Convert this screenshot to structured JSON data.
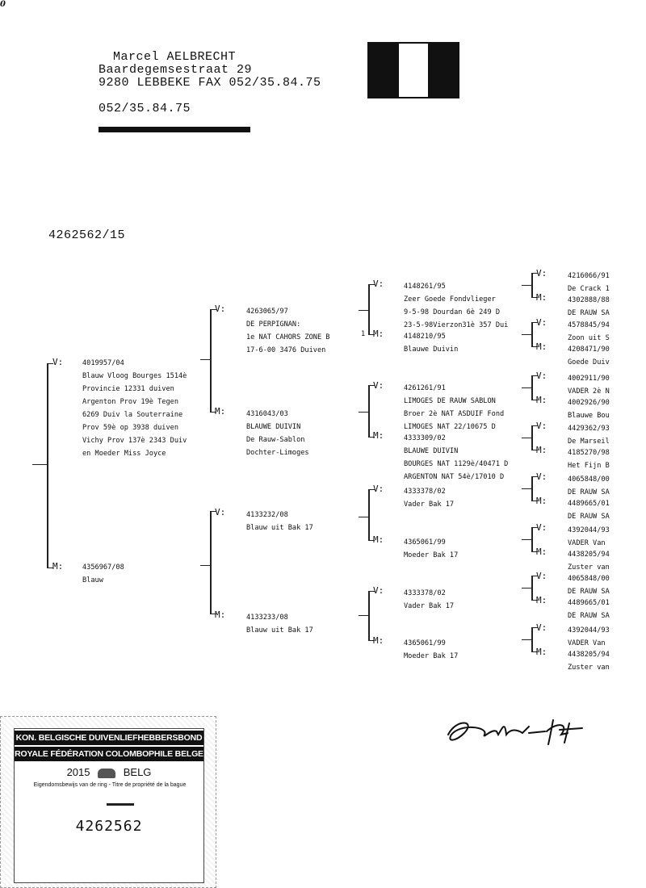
{
  "corner_mark": "0",
  "header": {
    "name": "Marcel AELBRECHT",
    "street": "Baardegemsestraat 29",
    "city_fax": "9280  LEBBEKE FAX 052/35.84.75",
    "phone": "052/35.84.75"
  },
  "ring_number": "4262562/15",
  "pedigree": {
    "sire": {
      "tag": "V:",
      "lines": [
        "4019957/04",
        "Blauw Vloog Bourges 1514è",
        "Provincie 12331 duiven",
        "Argenton Prov 19è Tegen",
        "6269 Duiv la Souterraine",
        "Prov 59è op 3938 duiven",
        "Vichy Prov 137è 2343 Duiv",
        "en Moeder Miss Joyce"
      ]
    },
    "dam": {
      "tag": "M:",
      "lines": [
        "4356967/08",
        "Blauw"
      ]
    },
    "gen2": [
      {
        "tag": "V:",
        "lines": [
          "4263065/97",
          "DE PERPIGNAN:",
          "1e NAT CAHORS ZONE B",
          "17-6-00 3476 Duiven"
        ]
      },
      {
        "tag": "M:",
        "lines": [
          "4316043/03",
          "BLAUWE DUIVIN",
          "De Rauw-Sablon",
          "Dochter-Limoges"
        ]
      },
      {
        "tag": "V:",
        "lines": [
          "4133232/08",
          "Blauw uit Bak 17"
        ]
      },
      {
        "tag": "M:",
        "lines": [
          "4133233/08",
          "Blauw uit Bak 17"
        ]
      }
    ],
    "gen3": [
      {
        "tag": "V:",
        "lines": [
          "4148261/95",
          "Zeer Goede Fondvlieger",
          "9-5-98 Dourdan 6è 249 D",
          "23-5-98Vierzon31è 357 Dui"
        ]
      },
      {
        "tag": "M:",
        "lines": [
          "4148210/95",
          "Blauwe Duivin"
        ]
      },
      {
        "tag": "V:",
        "lines": [
          "4261261/91",
          "LIMOGES DE RAUW SABLON",
          "Broer 2è NAT ASDUIF Fond",
          "LIMOGES NAT 22/10675 D"
        ]
      },
      {
        "tag": "M:",
        "lines": [
          "4333309/02",
          "BLAUWE DUIVIN",
          "BOURGES NAT 1129è/40471 D",
          "ARGENTON NAT 54è/17010 D"
        ]
      },
      {
        "tag": "V:",
        "lines": [
          "4333378/02",
          "Vader Bak 17"
        ]
      },
      {
        "tag": "M:",
        "lines": [
          "4365061/99",
          "Moeder Bak 17"
        ]
      },
      {
        "tag": "V:",
        "lines": [
          "4333378/02",
          "Vader Bak 17"
        ]
      },
      {
        "tag": "M:",
        "lines": [
          "4365061/99",
          "Moeder Bak 17"
        ]
      }
    ],
    "gen4": [
      {
        "tag": "V:",
        "lines": [
          "4216066/91",
          "De Crack 1"
        ]
      },
      {
        "tag": "M:",
        "lines": [
          "4302888/88",
          "DE RAUW SA"
        ]
      },
      {
        "tag": "V:",
        "lines": [
          "4578845/94",
          "Zoon uit S"
        ]
      },
      {
        "tag": "M:",
        "lines": [
          "4208471/90",
          "Goede Duiv"
        ]
      },
      {
        "tag": "V:",
        "lines": [
          "4002911/90",
          "VADER 2è N"
        ]
      },
      {
        "tag": "M:",
        "lines": [
          "4002926/90",
          "Blauwe Bou"
        ]
      },
      {
        "tag": "V:",
        "lines": [
          "4429362/93",
          "De Marseil"
        ]
      },
      {
        "tag": "M:",
        "lines": [
          "4185270/98",
          "Het Fijn B"
        ]
      },
      {
        "tag": "V:",
        "lines": [
          "4065848/00",
          "DE RAUW SA"
        ]
      },
      {
        "tag": "M:",
        "lines": [
          "4489665/01",
          "DE RAUW SA"
        ]
      },
      {
        "tag": "V:",
        "lines": [
          "4392044/93",
          "VADER Van"
        ]
      },
      {
        "tag": "M:",
        "lines": [
          "4438205/94",
          "Zuster van"
        ]
      },
      {
        "tag": "V:",
        "lines": [
          "4065848/00",
          "DE RAUW SA"
        ]
      },
      {
        "tag": "M:",
        "lines": [
          "4489665/01",
          "DE RAUW SA"
        ]
      },
      {
        "tag": "V:",
        "lines": [
          "4392044/93",
          "VADER Van"
        ]
      },
      {
        "tag": "M:",
        "lines": [
          "4438205/94",
          "Zuster van"
        ]
      }
    ],
    "stray_mark": "1"
  },
  "certificate": {
    "line1": "KON. BELGISCHE DUIVENLIEFHEBBERSBOND",
    "line2": "ROYALE FÉDÉRATION COLOMBOPHILE BELGE",
    "year": "2015",
    "country": "BELG",
    "ownership": "Eigendomsbewijs van de ring - Titre de propriété de la bague",
    "ring": "4262562"
  },
  "flag_colors": {
    "left": "#111111",
    "middle": "#ffffff",
    "right": "#111111"
  }
}
